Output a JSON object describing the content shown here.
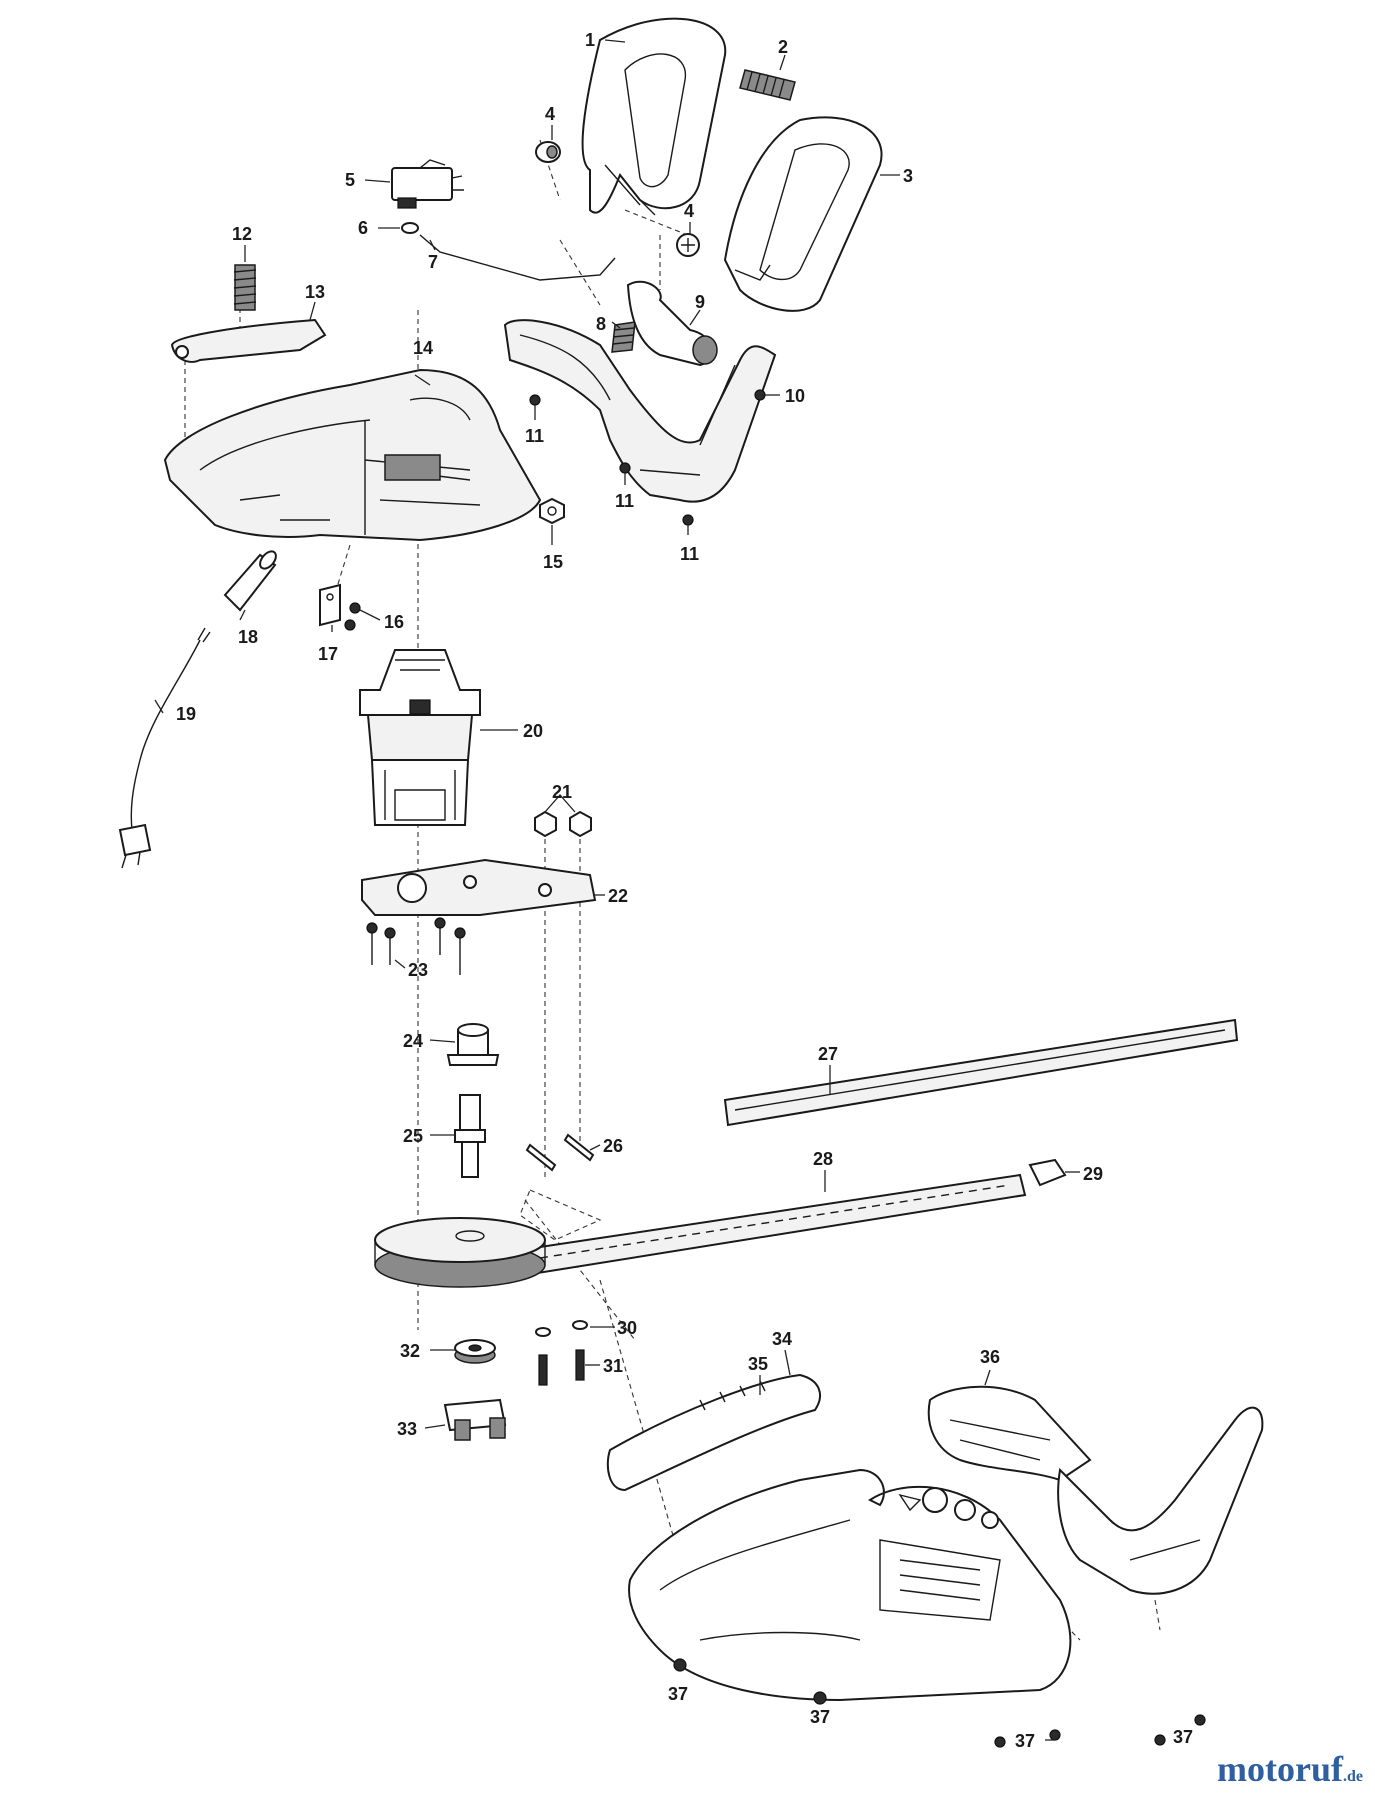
{
  "diagram": {
    "callouts": [
      {
        "id": "1",
        "label": "1"
      },
      {
        "id": "2",
        "label": "2"
      },
      {
        "id": "3",
        "label": "3"
      },
      {
        "id": "4a",
        "label": "4"
      },
      {
        "id": "4b",
        "label": "4"
      },
      {
        "id": "5",
        "label": "5"
      },
      {
        "id": "6",
        "label": "6"
      },
      {
        "id": "7",
        "label": "7"
      },
      {
        "id": "8",
        "label": "8"
      },
      {
        "id": "9",
        "label": "9"
      },
      {
        "id": "10",
        "label": "10"
      },
      {
        "id": "11a",
        "label": "11"
      },
      {
        "id": "11b",
        "label": "11"
      },
      {
        "id": "11c",
        "label": "11"
      },
      {
        "id": "12",
        "label": "12"
      },
      {
        "id": "13",
        "label": "13"
      },
      {
        "id": "14",
        "label": "14"
      },
      {
        "id": "15",
        "label": "15"
      },
      {
        "id": "16",
        "label": "16"
      },
      {
        "id": "17",
        "label": "17"
      },
      {
        "id": "18",
        "label": "18"
      },
      {
        "id": "19",
        "label": "19"
      },
      {
        "id": "20",
        "label": "20"
      },
      {
        "id": "21",
        "label": "21"
      },
      {
        "id": "22",
        "label": "22"
      },
      {
        "id": "23",
        "label": "23"
      },
      {
        "id": "24",
        "label": "24"
      },
      {
        "id": "25",
        "label": "25"
      },
      {
        "id": "26",
        "label": "26"
      },
      {
        "id": "27",
        "label": "27"
      },
      {
        "id": "28",
        "label": "28"
      },
      {
        "id": "29",
        "label": "29"
      },
      {
        "id": "30",
        "label": "30"
      },
      {
        "id": "31",
        "label": "31"
      },
      {
        "id": "32",
        "label": "32"
      },
      {
        "id": "33",
        "label": "33"
      },
      {
        "id": "34",
        "label": "34"
      },
      {
        "id": "35",
        "label": "35"
      },
      {
        "id": "36",
        "label": "36"
      },
      {
        "id": "37a",
        "label": "37"
      },
      {
        "id": "37b",
        "label": "37"
      },
      {
        "id": "37c",
        "label": "37"
      },
      {
        "id": "37d",
        "label": "37"
      }
    ]
  },
  "watermark": {
    "brand": "motoruf",
    "suffix": ".de"
  }
}
